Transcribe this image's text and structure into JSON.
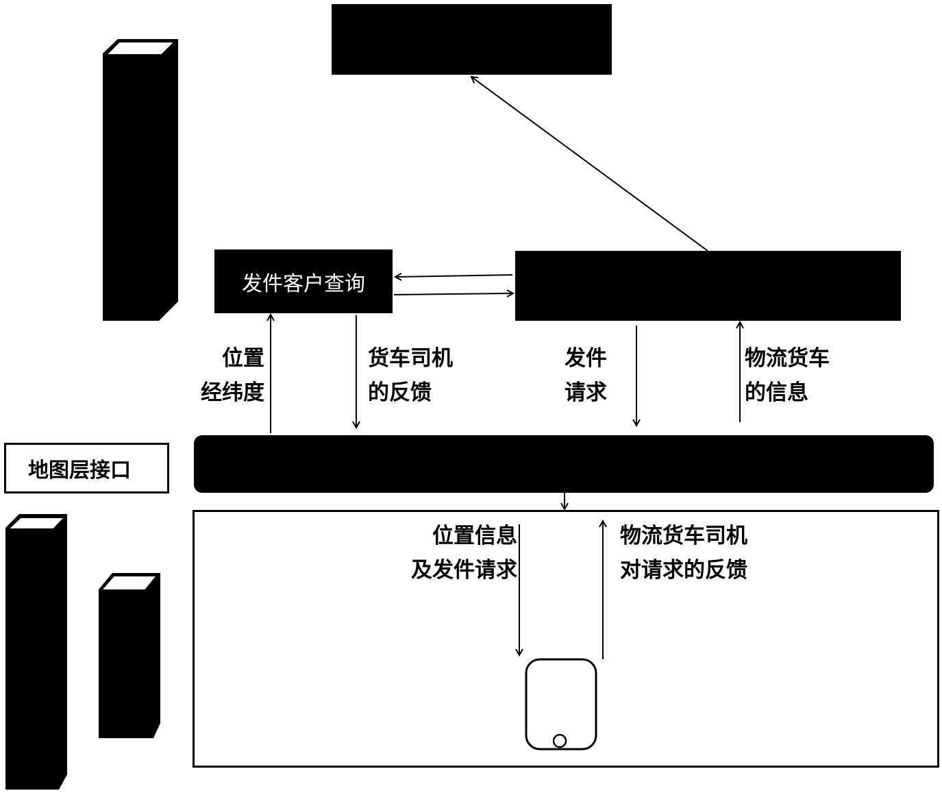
{
  "nodes": {
    "sender_query": {
      "label": "发件客户查询"
    },
    "map_interface": {
      "label": "地图层接口"
    }
  },
  "edges": {
    "position_latlng": {
      "lines": [
        "位置",
        "经纬度"
      ]
    },
    "driver_feedback": {
      "lines": [
        "货车司机",
        "的反馈"
      ]
    },
    "send_request": {
      "lines": [
        "发件",
        "请求"
      ]
    },
    "truck_info": {
      "lines": [
        "物流货车",
        "的信息"
      ]
    },
    "position_and_request": {
      "lines": [
        "位置信息",
        "及发件请求"
      ]
    },
    "driver_request_feedback": {
      "lines": [
        "物流货车司机",
        "对请求的反馈"
      ]
    }
  },
  "colors": {
    "ink": "#000000",
    "paper": "#ffffff"
  }
}
